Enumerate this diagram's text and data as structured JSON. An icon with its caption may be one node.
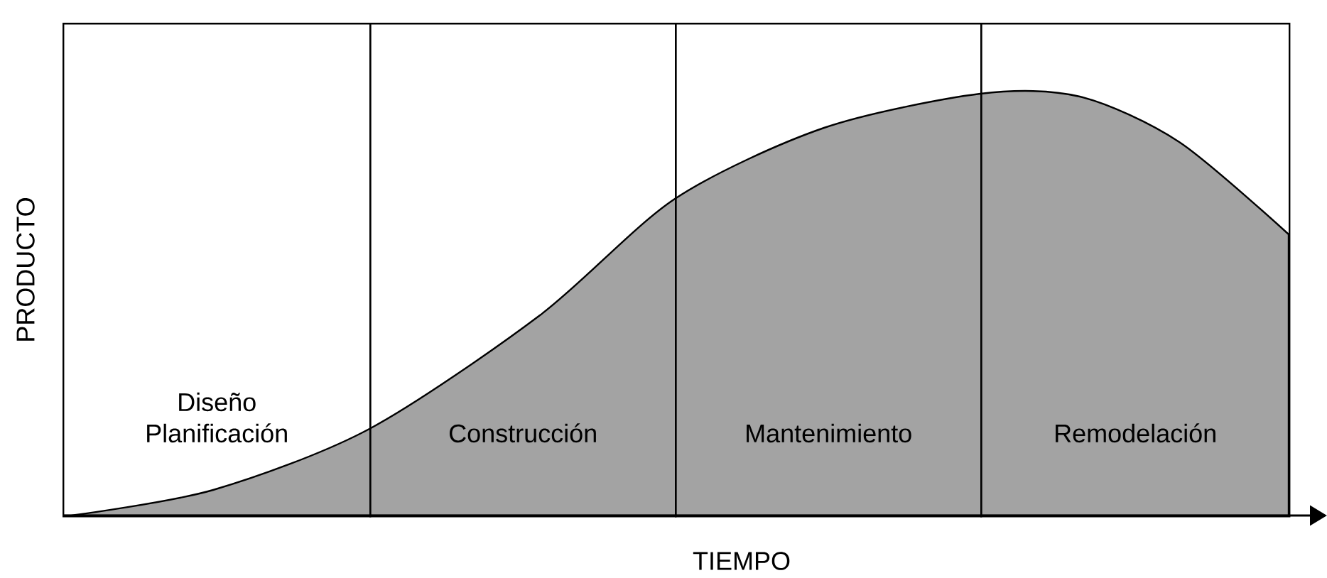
{
  "diagram": {
    "nodes": [
      {
        "text": [
          "Diseño Planificación"
        ]
      },
      {
        "text": [
          "Construcción"
        ]
      },
      {
        "text": [
          "Mantenimiento"
        ]
      },
      {
        "text": [
          "Remodelación"
        ]
      }
    ],
    "labels": [
      "PRODUCTO",
      "TIEMPO"
    ]
  }
}
